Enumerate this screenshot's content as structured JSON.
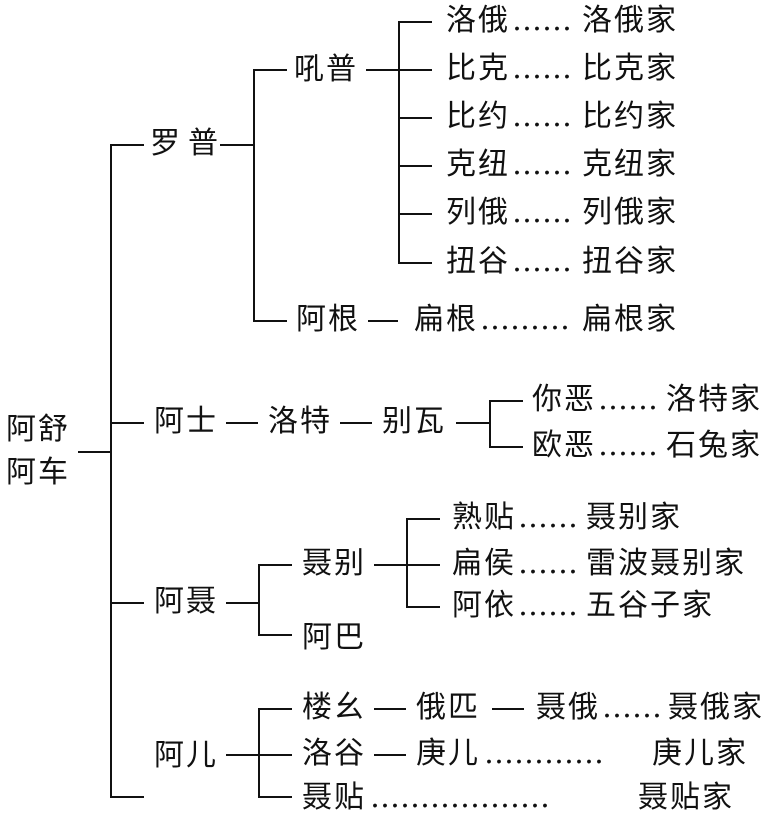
{
  "root": {
    "line1": "阿舒",
    "line2": "阿车"
  },
  "branches": {
    "luopu": {
      "name": "罗普",
      "houpu": {
        "name": "吼普",
        "items": [
          {
            "name": "洛俄",
            "dots": "……",
            "clan": "洛俄家"
          },
          {
            "name": "比克",
            "dots": "……",
            "clan": "比克家"
          },
          {
            "name": "比约",
            "dots": "……",
            "clan": "比约家"
          },
          {
            "name": "克纽",
            "dots": "……",
            "clan": "克纽家"
          },
          {
            "name": "列俄",
            "dots": "……",
            "clan": "列俄家"
          },
          {
            "name": "扭谷",
            "dots": "……",
            "clan": "扭谷家"
          }
        ]
      },
      "agen": {
        "name": "阿根",
        "child": "扁根",
        "dots": "………",
        "clan": "扁根家"
      }
    },
    "ashi": {
      "name": "阿士",
      "child": "洛特",
      "grandchild": "别瓦",
      "items": [
        {
          "name": "你恶",
          "dots": "……",
          "clan": "洛特家"
        },
        {
          "name": "欧恶",
          "dots": "……",
          "clan": "石兔家"
        }
      ]
    },
    "anie": {
      "name": "阿聂",
      "niebie": {
        "name": "聂别",
        "items": [
          {
            "name": "熟贴",
            "dots": "……",
            "clan": "聂别家"
          },
          {
            "name": "扁侯",
            "dots": "……",
            "clan": "雷波聂别家"
          },
          {
            "name": "阿依",
            "dots": "……",
            "clan": "五谷子家"
          }
        ]
      },
      "aba": {
        "name": "阿巴"
      }
    },
    "aer": {
      "name": "阿儿",
      "items": [
        {
          "name": "楼幺",
          "child": "俄匹",
          "grandchild": "聂俄",
          "dots": "……",
          "clan": "聂俄家"
        },
        {
          "name": "洛谷",
          "child": "庚儿",
          "dots": "…………",
          "clan": "庚儿家"
        },
        {
          "name": "聂贴",
          "dots": "………………",
          "clan": "聂贴家"
        }
      ]
    }
  },
  "colors": {
    "line": "#111111",
    "background": "#ffffff"
  }
}
